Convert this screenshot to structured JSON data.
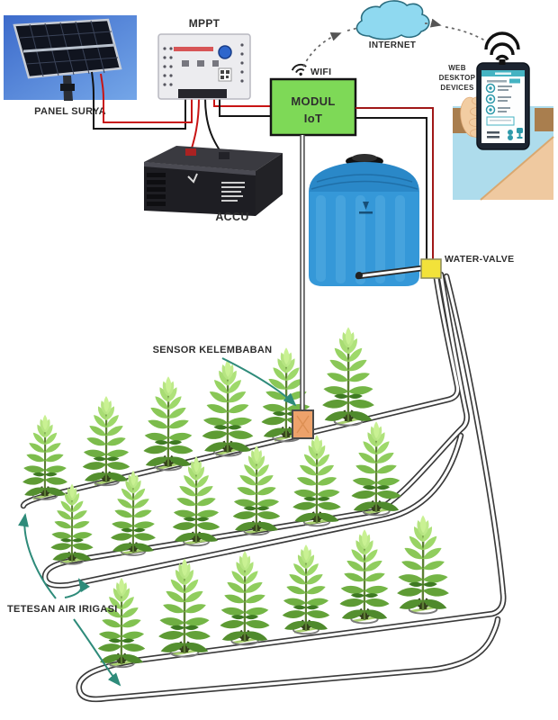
{
  "diagram": {
    "labels": {
      "panel": "PANEL SURYA",
      "mppt": "MPPT",
      "accu": "ACCU",
      "modul_line1": "MODUL",
      "modul_line2": "IoT",
      "wifi": "WIFI",
      "internet": "INTERNET",
      "devices_line1": "WEB",
      "devices_line2": "DESKTOP",
      "devices_line3": "DEVICES",
      "water_valve": "WATER-VALVE",
      "sensor": "SENSOR KELEMBABAN",
      "drip": "TETESAN AIR IRIGASI"
    },
    "colors": {
      "iot_box": "#7ED957",
      "tank_body": "#3598D8",
      "tank_dome": "#2A88C8",
      "valve": "#F2E23A",
      "sensor_box": "#EDA26B",
      "wire_red": "#C81414",
      "wire_dark_red": "#A01818",
      "wire_black": "#151515",
      "pipe": "#3A3A3A",
      "cloud": "#8FD9F0",
      "arrow_teal": "#2E8B7A",
      "label_text": "#2E2E2E"
    },
    "field": {
      "rows": 3,
      "plants_per_row": 6
    }
  }
}
